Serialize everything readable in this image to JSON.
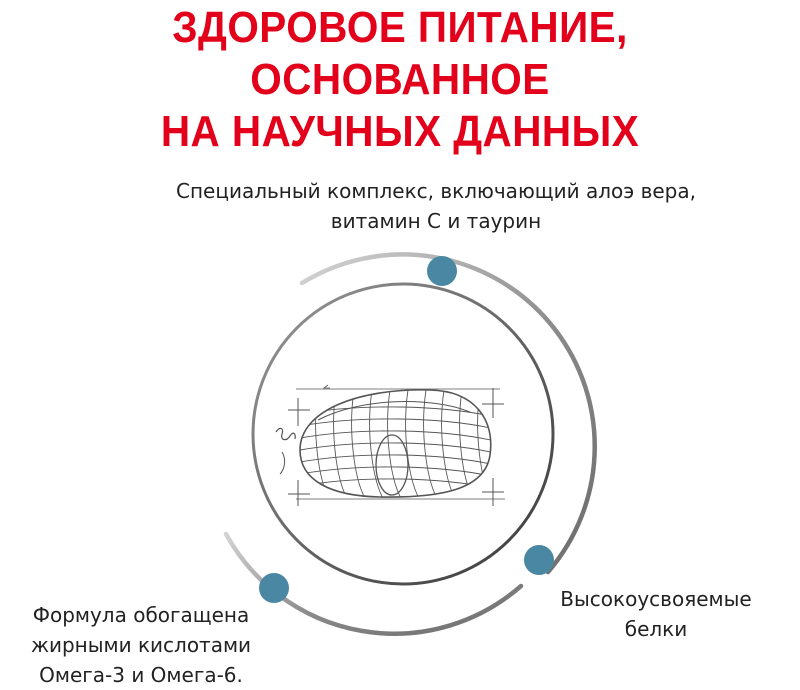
{
  "title": {
    "line1": "ЗДОРОВОЕ ПИТАНИЕ, ОСНОВАННОЕ",
    "line2": "НА НАУЧНЫХ ДАННЫХ"
  },
  "benefits": [
    {
      "line1": "Специальный комплекс, включающий алоэ вера,",
      "line2": "витамин С и таурин"
    },
    {
      "line1": "Высокоусвояемые",
      "line2": "белки"
    },
    {
      "line1": "Формула обогащена",
      "line2": "жирными кислотами",
      "line3": "Омега-3 и Омега-6."
    }
  ],
  "colors": {
    "title": "#e2001a",
    "marker": "#4a87a3",
    "ring": "#9a9a9a"
  },
  "icons": {
    "center": "kibble-sketch-icon"
  }
}
